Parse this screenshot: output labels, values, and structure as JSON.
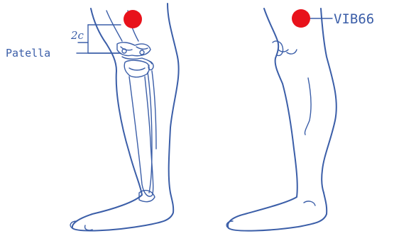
{
  "labels": {
    "patella": "Patella",
    "measure": "2c",
    "acupoint": "VIB66"
  },
  "colors": {
    "ink": "#3b5ea8",
    "point": "#e8121b",
    "background": "#ffffff"
  },
  "figures": [
    {
      "name": "leg-skeleton-view"
    },
    {
      "name": "leg-outline-view"
    }
  ]
}
